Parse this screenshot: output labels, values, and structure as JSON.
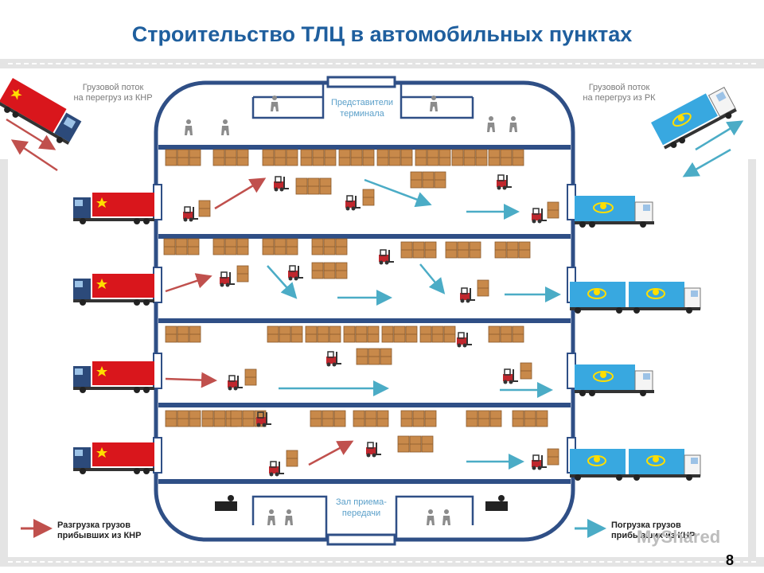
{
  "title": "Строительство ТЛЦ в автомобильных пунктах",
  "flows": {
    "china_in": "Грузовой поток\nна перегруз из КНР",
    "kz_out": "Грузовой поток\nна перегруз из РК"
  },
  "rooms": {
    "reps": "Представители\nтерминала",
    "hall": "Зал приема-\nпередачи"
  },
  "legend": {
    "unload": "Разгрузка грузов\nприбывших  из КНР",
    "load": "Погрузка грузов\nприбывших  из КНР"
  },
  "colors": {
    "title": "#1f5f9e",
    "wall": "#2f4f86",
    "box": "#c8894a",
    "red_arrow": "#c0504d",
    "blue_arrow": "#4bacc6",
    "china_red": "#d9161c",
    "kz_blue": "#38a8e0"
  },
  "page_number": "8",
  "watermark": "MyShared"
}
